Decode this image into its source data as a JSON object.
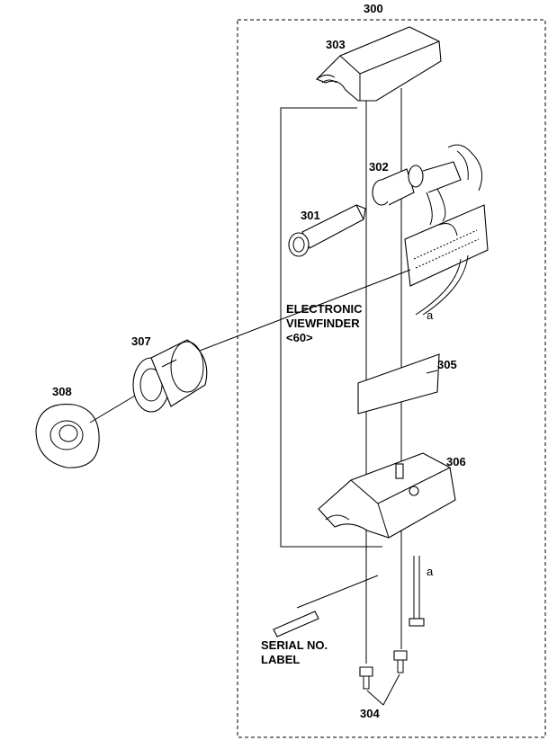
{
  "labels": {
    "assembly": "300",
    "p301": "301",
    "p302": "302",
    "p303": "303",
    "p304": "304",
    "p305": "305",
    "p306": "306",
    "p307": "307",
    "p308": "308",
    "evf_line1": "ELECTRONIC",
    "evf_line2": "VIEWFINDER",
    "evf_line3": "<60>",
    "serial_line1": "SERIAL NO.",
    "serial_line2": "LABEL",
    "conn_a_top": "a",
    "conn_a_bottom": "a"
  }
}
